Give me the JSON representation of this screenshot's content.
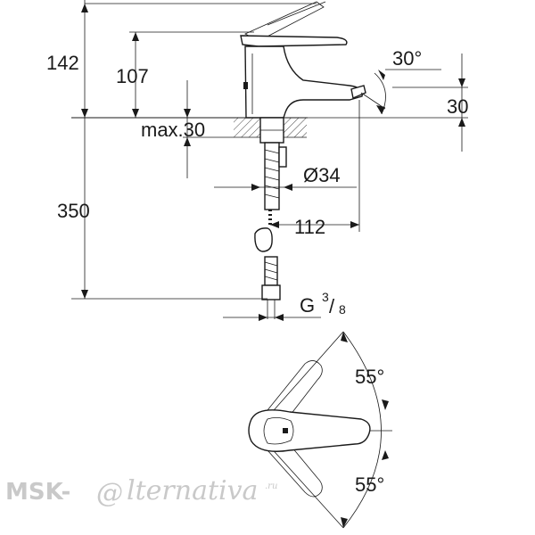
{
  "dimensions": {
    "total_height": "142",
    "spout_height": "107",
    "spout_angle": "30°",
    "spout_drop": "30",
    "max_thickness": "max.30",
    "hole_diameter": "Ø34",
    "reach": "112",
    "hose_length": "350",
    "thread_prefix": "G",
    "thread_num": "3",
    "thread_slash": "/",
    "thread_den": "8",
    "lever_angle_top": "55°",
    "lever_angle_bottom": "55°"
  },
  "watermark": {
    "prefix": "MSK-",
    "at_sign": "@",
    "suffix": "lternativa",
    "domain": ".ru"
  },
  "colors": {
    "line": "#1a1a1a",
    "watermark": "#c9c9c9"
  }
}
